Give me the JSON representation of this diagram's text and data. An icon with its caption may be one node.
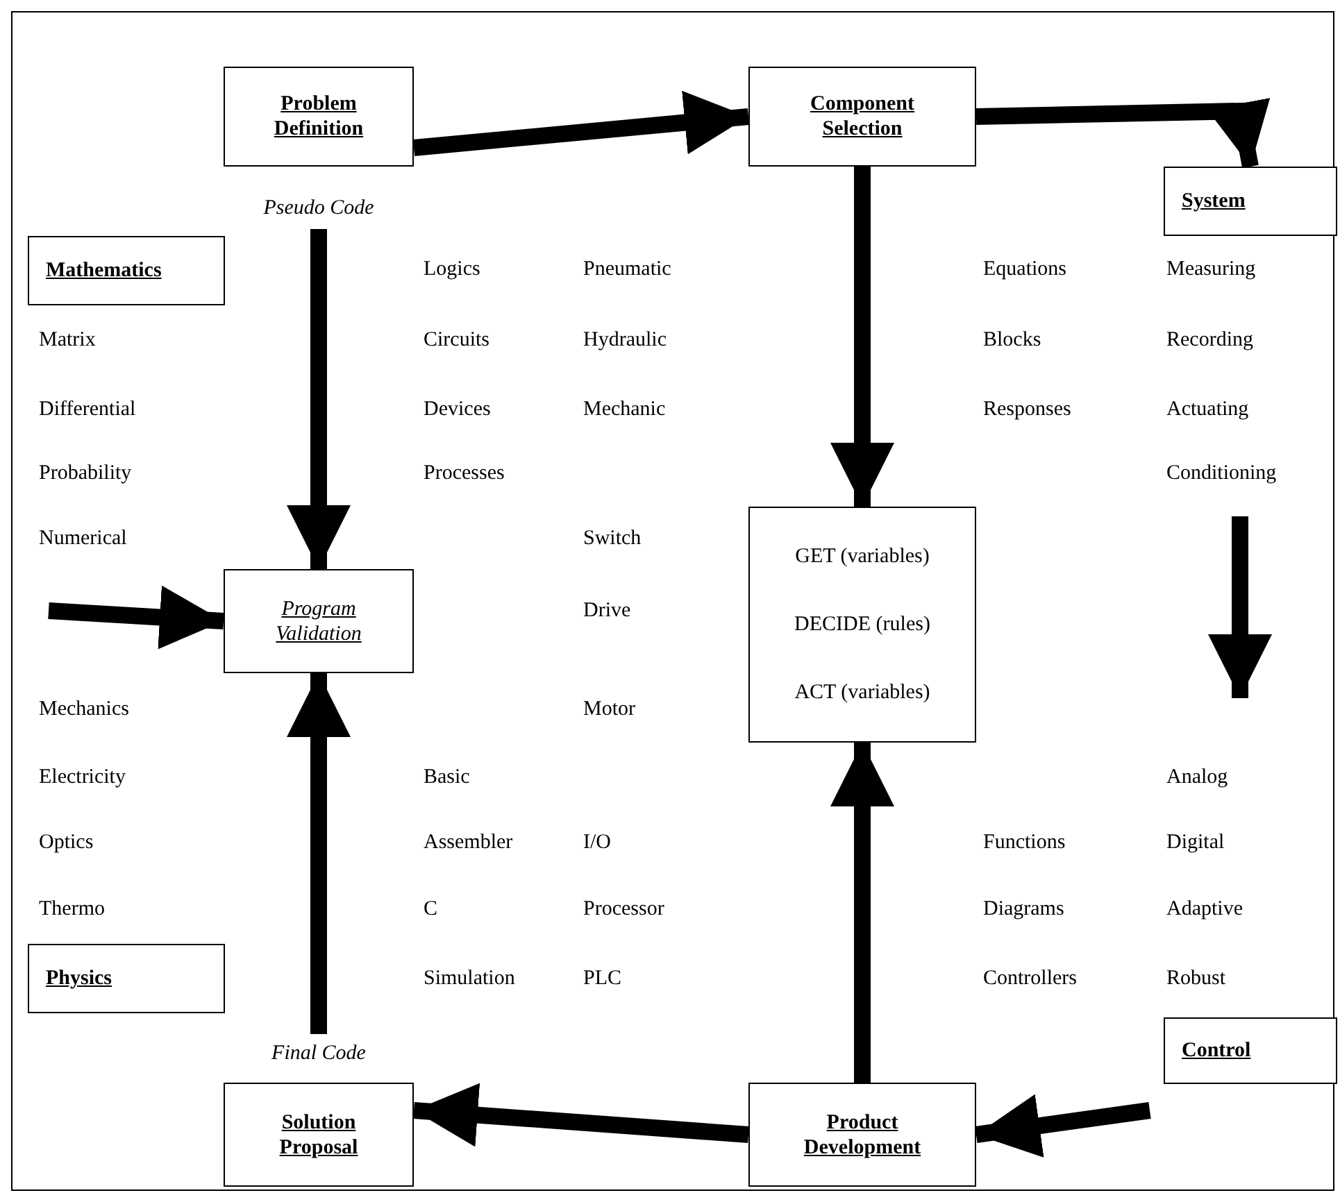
{
  "diagram": {
    "nodes": [
      {
        "text": [
          "Problem Definition"
        ],
        "beside": [
          "Pseudo Code"
        ]
      },
      {
        "text": [
          "Component Selection"
        ]
      },
      {
        "text": [
          "System"
        ]
      },
      {
        "text": [
          "Mathematics"
        ]
      },
      {
        "text": [
          "Program Validation"
        ]
      },
      {
        "text": [
          "GET (variables)",
          "DECIDE (rules)",
          "ACT (variables)"
        ]
      },
      {
        "text": [
          "Physics"
        ]
      },
      {
        "text": [
          "Control"
        ]
      },
      {
        "text": [
          "Solution Proposal"
        ],
        "beside": [
          "Final Code"
        ]
      },
      {
        "text": [
          "Product Development"
        ]
      }
    ],
    "edges": [
      {
        "from": 0,
        "to": 1,
        "arrow": "to"
      },
      {
        "from": 1,
        "to": 2,
        "arrow": "to"
      },
      {
        "from": 0,
        "to": 4,
        "arrow": "to"
      },
      {
        "from": 1,
        "to": 5,
        "arrow": "to"
      },
      {
        "from": null,
        "to": 4,
        "arrow": "to"
      },
      {
        "from": 9,
        "to": 5,
        "arrow": "to"
      },
      {
        "from": null,
        "to": 9,
        "arrow": "to"
      },
      {
        "from": 9,
        "to": 8,
        "arrow": "to"
      },
      {
        "from": 8,
        "to": 4,
        "arrow": "to"
      }
    ],
    "labels": [
      "Logics",
      "Pneumatic",
      "Equations",
      "Measuring",
      "Matrix",
      "Circuits",
      "Hydraulic",
      "Blocks",
      "Recording",
      "Differential",
      "Devices",
      "Mechanic",
      "Responses",
      "Actuating",
      "Probability",
      "Processes",
      "Conditioning",
      "Numerical",
      "Switch",
      "Drive",
      "Mechanics",
      "Motor",
      "Electricity",
      "Basic",
      "Analog",
      "Optics",
      "Assembler",
      "I/O",
      "Functions",
      "Digital",
      "Thermo",
      "C",
      "Processor",
      "Diagrams",
      "Adaptive",
      "Simulation",
      "PLC",
      "Controllers",
      "Robust"
    ]
  }
}
